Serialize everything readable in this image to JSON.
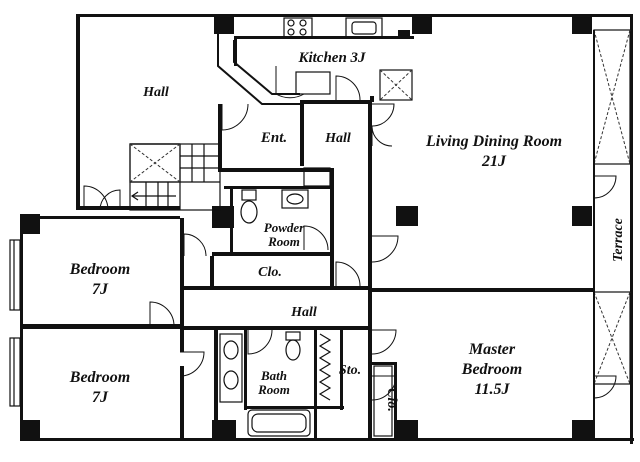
{
  "floor_plan": {
    "rooms": {
      "hall_top": "Hall",
      "kitchen": "Kitchen 3J",
      "entrance": "Ent.",
      "hall_mid": "Hall",
      "living_dining": "Living Dining Room",
      "living_dining_size": "21J",
      "powder_room_1": "Powder",
      "powder_room_2": "Room",
      "bedroom_1": "Bedroom",
      "bedroom_1_size": "7J",
      "closet_mid": "Clo.",
      "terrace": "Terrace",
      "hall_bottom": "Hall",
      "master_bedroom_1": "Master",
      "master_bedroom_2": "Bedroom",
      "master_bedroom_size": "11.5J",
      "bedroom_2": "Bedroom",
      "bedroom_2_size": "7J",
      "bath_room_1": "Bath",
      "bath_room_2": "Room",
      "storage": "Sto.",
      "closet_master": "Clo."
    }
  }
}
